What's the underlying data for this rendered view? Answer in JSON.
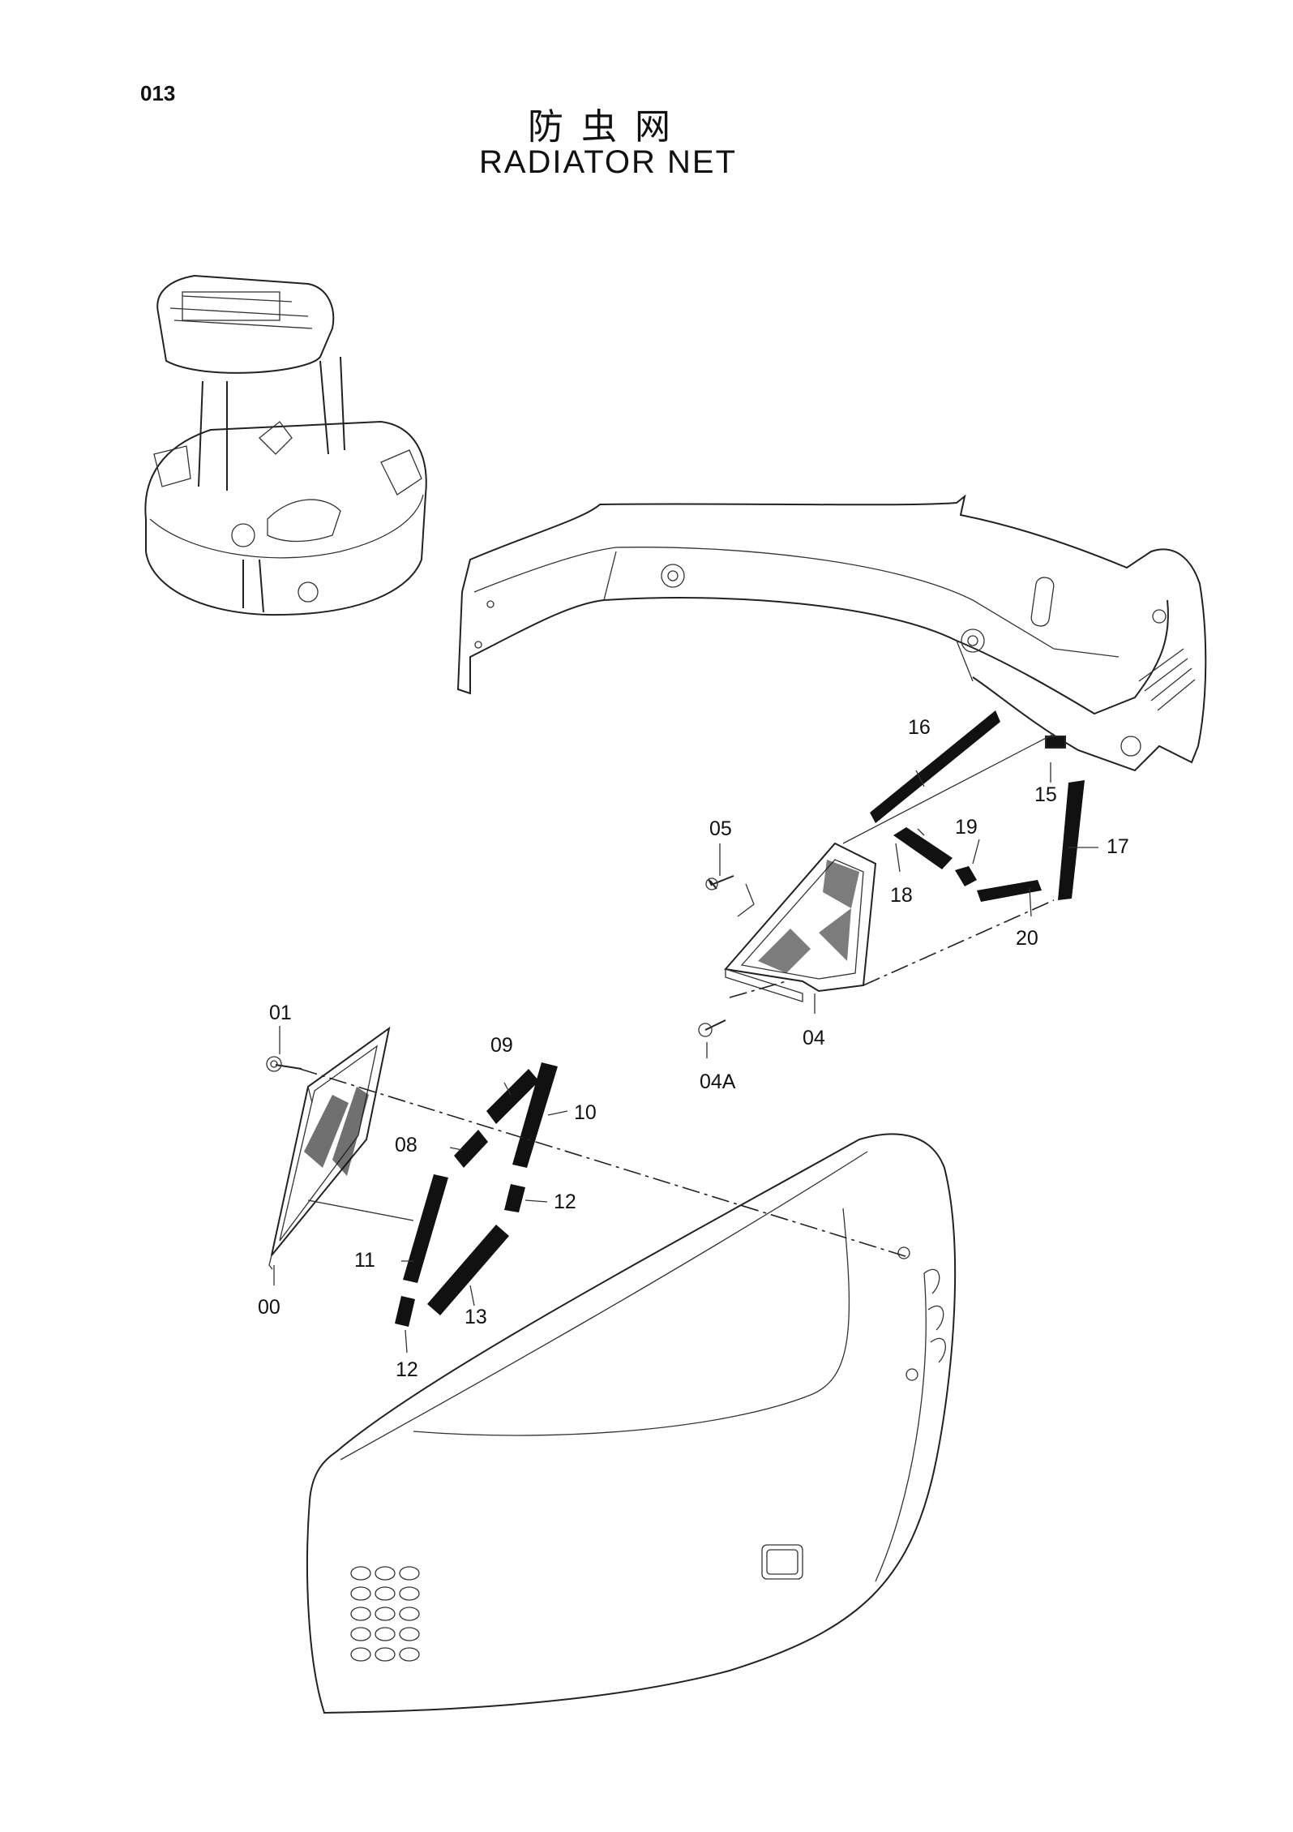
{
  "page_number": "013",
  "title_cn": "防虫网",
  "title_en": "RADIATOR NET",
  "callouts": {
    "c16": "16",
    "c15": "15",
    "c17": "17",
    "c05": "05",
    "c19": "19",
    "c18": "18",
    "c20": "20",
    "c04": "04",
    "c04a": "04A",
    "c01": "01",
    "c09": "09",
    "c10": "10",
    "c08": "08",
    "c12a": "12",
    "c11": "11",
    "c13": "13",
    "c00": "00",
    "c12b": "12"
  }
}
